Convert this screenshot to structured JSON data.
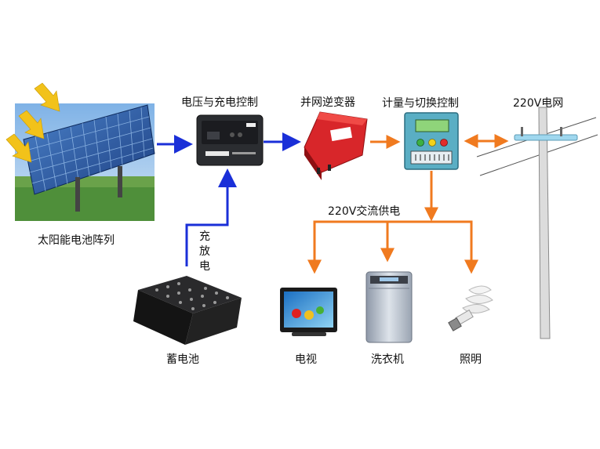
{
  "labels": {
    "solar_array": "太阳能电池阵列",
    "charge_controller": "电压与充电控制",
    "inverter": "并网逆变器",
    "meter_switch": "计量与切换控制",
    "grid": "220V电网",
    "ac_supply": "220V交流供电",
    "charge_discharge": "充放电",
    "battery": "蓄电池",
    "tv": "电视",
    "washer": "洗衣机",
    "lighting": "照明"
  },
  "colors": {
    "dc_flow": "#1a2fd8",
    "ac_flow": "#f07a1f",
    "sun_arrow": "#f2c21a",
    "inverter_body": "#d8262a",
    "meter_body": "#5aaec4",
    "meter_screen": "#8fd47a"
  }
}
